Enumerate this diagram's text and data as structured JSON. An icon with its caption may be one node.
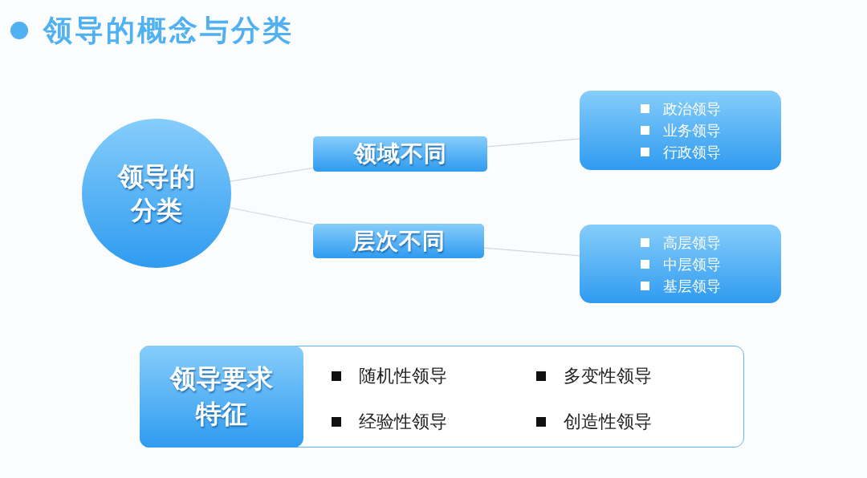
{
  "diagram": {
    "title": "领导的概念与分类",
    "nodes": [
      {
        "text": [
          "领导的分类"
        ]
      },
      {
        "text": [
          "领域不同"
        ]
      },
      {
        "text": [
          "层次不同"
        ]
      },
      {
        "text": [
          "政治领导",
          "业务领导",
          "行政领导"
        ]
      },
      {
        "text": [
          "高层领导",
          "中层领导",
          "基层领导"
        ]
      },
      {
        "text": [
          "随机性领导",
          "多变性领导",
          "经验性领导",
          "创造性领导"
        ]
      },
      {
        "text": [
          "领导要求特征"
        ],
        "in": 5
      }
    ],
    "edges": [
      {
        "from": 0,
        "to": 1,
        "arrow": "none"
      },
      {
        "from": 0,
        "to": 2,
        "arrow": "none"
      },
      {
        "from": 1,
        "to": 3,
        "arrow": "none"
      },
      {
        "from": 2,
        "to": 4,
        "arrow": "none"
      }
    ]
  }
}
